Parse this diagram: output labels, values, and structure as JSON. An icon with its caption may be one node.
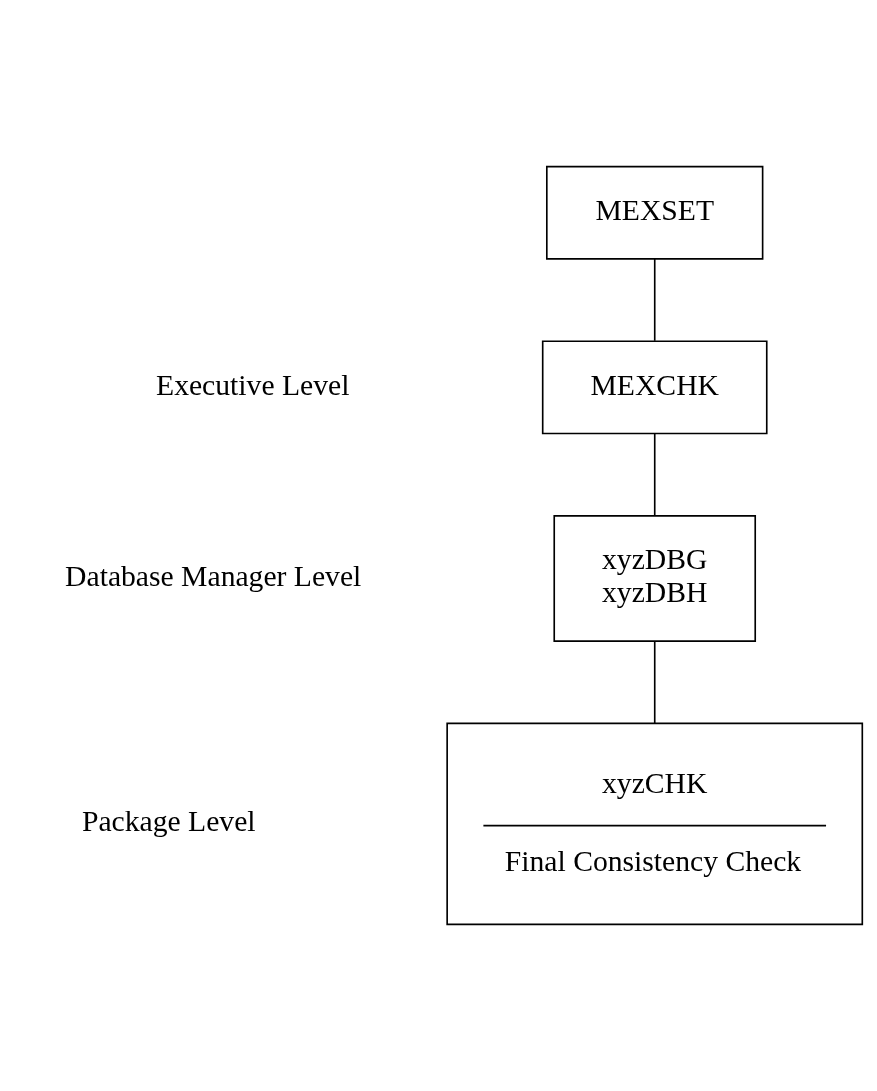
{
  "diagram": {
    "nodes": [
      {
        "text": [
          "MEXSET"
        ]
      },
      {
        "text": [
          "MEXCHK"
        ]
      },
      {
        "text": [
          "xyzDBG",
          "xyzDBH"
        ]
      },
      {
        "text": [
          "xyzCHK",
          "Final Consistency Check"
        ]
      }
    ],
    "edges": [
      {
        "from": 0,
        "to": 1,
        "arrow": "none"
      },
      {
        "from": 1,
        "to": 2,
        "arrow": "none"
      },
      {
        "from": 2,
        "to": 3,
        "arrow": "none"
      }
    ],
    "labels": [
      "Executive Level",
      "Database Manager Level",
      "Package Level"
    ]
  }
}
